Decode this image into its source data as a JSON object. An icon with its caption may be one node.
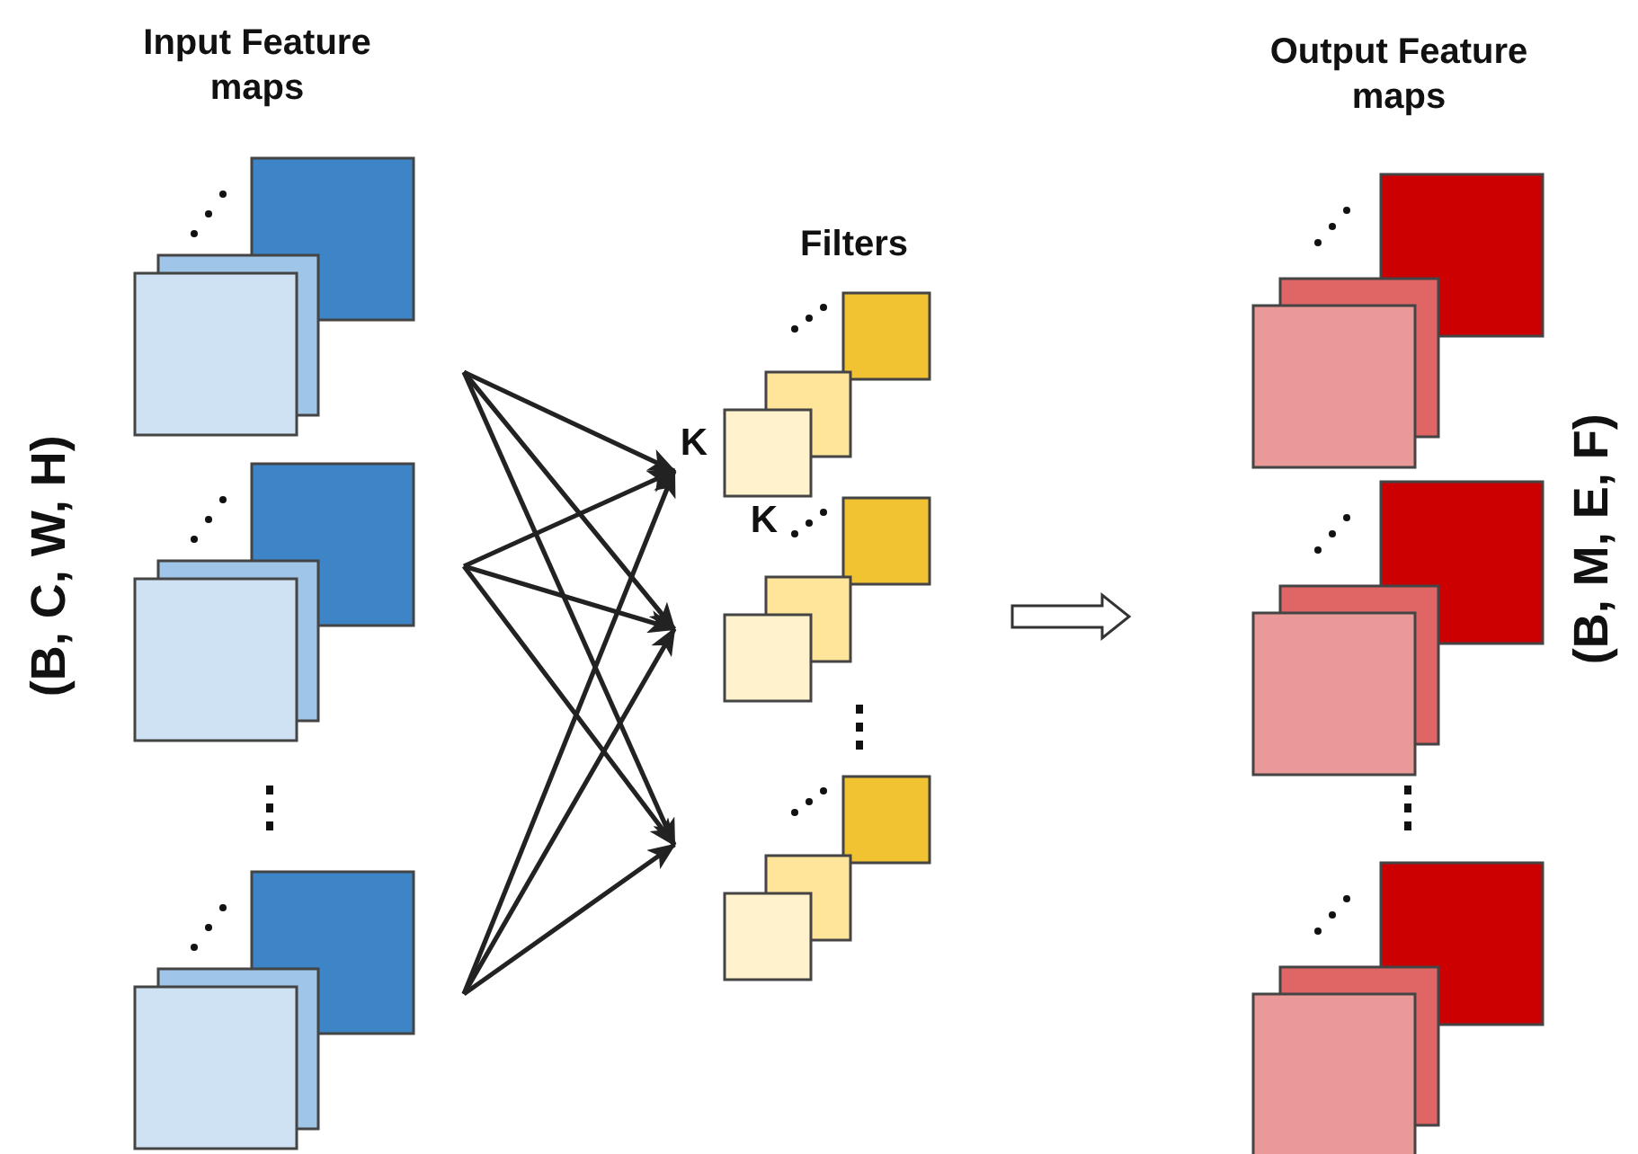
{
  "diagram": {
    "nodes": [
      {
        "text": [],
        "shape": "box"
      },
      {
        "text": [],
        "shape": "box"
      },
      {
        "text": [],
        "shape": "box"
      },
      {
        "text": [],
        "shape": "box"
      },
      {
        "text": [],
        "shape": "box"
      },
      {
        "text": [],
        "shape": "box"
      },
      {
        "text": [],
        "shape": "box"
      },
      {
        "text": [],
        "shape": "box"
      },
      {
        "text": [],
        "shape": "box"
      }
    ],
    "edges": [
      {
        "from": 0,
        "to": 3,
        "arrow": "to"
      },
      {
        "from": 0,
        "to": 4,
        "arrow": "to"
      },
      {
        "from": 0,
        "to": 5,
        "arrow": "to"
      },
      {
        "from": 1,
        "to": 3,
        "arrow": "to"
      },
      {
        "from": 1,
        "to": 4,
        "arrow": "to"
      },
      {
        "from": 1,
        "to": 5,
        "arrow": "to"
      },
      {
        "from": 2,
        "to": 3,
        "arrow": "to"
      },
      {
        "from": 2,
        "to": 4,
        "arrow": "to"
      },
      {
        "from": 2,
        "to": 5,
        "arrow": "to"
      }
    ],
    "labels": [
      "Input Feature maps",
      "Output Feature maps",
      "Filters",
      "K",
      "K",
      "(B, C, W, H)",
      "(B, M, E, F)"
    ]
  }
}
